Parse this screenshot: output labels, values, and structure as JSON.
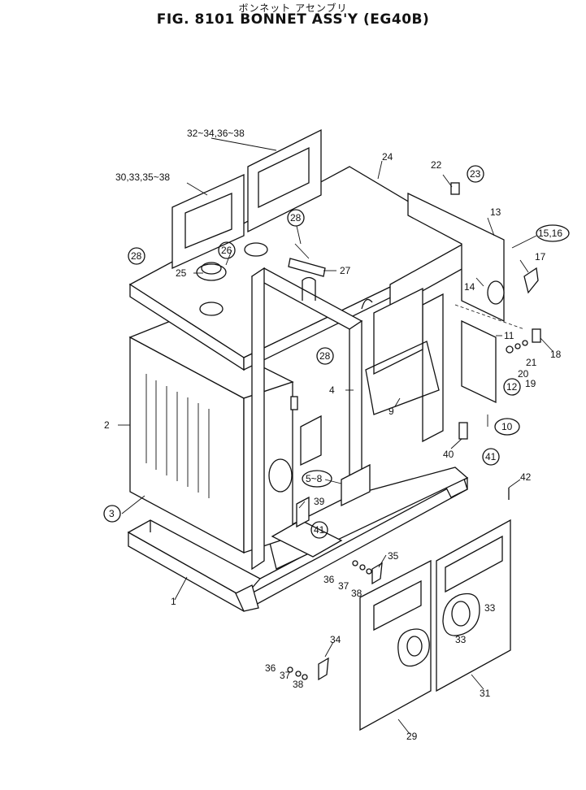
{
  "header": {
    "subtitle_jp": "ボンネット アセンブリ",
    "title": "FIG. 8101  BONNET ASS'Y (EG40B)"
  },
  "callouts": {
    "c1": "1",
    "c2": "2",
    "c3": "3",
    "c4": "4",
    "c5_8": "5~8",
    "c9": "9",
    "c10": "10",
    "c11": "11",
    "c12": "12",
    "c13": "13",
    "c14": "14",
    "c15_16": "15,16",
    "c17": "17",
    "c18": "18",
    "c19": "19",
    "c20": "20",
    "c21": "21",
    "c22": "22",
    "c23": "23",
    "c24": "24",
    "c25": "25",
    "c26": "26",
    "c27": "27",
    "c28a": "28",
    "c28b": "28",
    "c28c": "28",
    "c29": "29",
    "c30_group": "30,33,35~38",
    "c31": "31",
    "c32_group": "32~34,36~38",
    "c33a": "33",
    "c33b": "33",
    "c34": "34",
    "c35": "35",
    "c36a": "36",
    "c37a": "37",
    "c38a": "38",
    "c36b": "36",
    "c37b": "37",
    "c38b": "38",
    "c39": "39",
    "c40": "40",
    "c41a": "41",
    "c41b": "41",
    "c42": "42"
  }
}
